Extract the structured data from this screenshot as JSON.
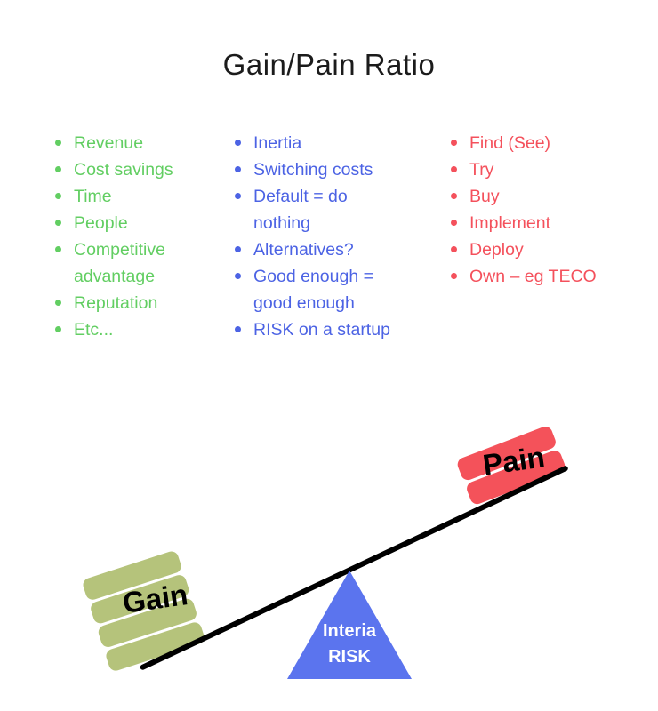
{
  "title": "Gain/Pain Ratio",
  "colors": {
    "gain_text": "#62ce62",
    "inertia_text": "#4c63e4",
    "pain_text": "#f4515c",
    "gain_block": "#b5c37b",
    "pain_block": "#f4525a",
    "fulcrum": "#5b74ee",
    "lever": "#000000",
    "title_color": "#1b1b1b"
  },
  "columns": {
    "gain": {
      "items": [
        "Revenue",
        "Cost savings",
        "Time",
        "People",
        "Competitive\nadvantage",
        "Reputation",
        "Etc..."
      ]
    },
    "inertia": {
      "items": [
        "Inertia",
        "Switching costs",
        "Default = do\nnothing",
        "Alternatives?",
        "Good enough =\ngood enough",
        "RISK on a startup"
      ]
    },
    "pain": {
      "items": [
        "Find (See)",
        "Try",
        "Buy",
        "Implement",
        "Deploy",
        "Own – eg TECO"
      ]
    }
  },
  "seesaw": {
    "gain_label": "Gain",
    "pain_label": "Pain",
    "fulcrum_line1": "Interia",
    "fulcrum_line2": "RISK"
  }
}
